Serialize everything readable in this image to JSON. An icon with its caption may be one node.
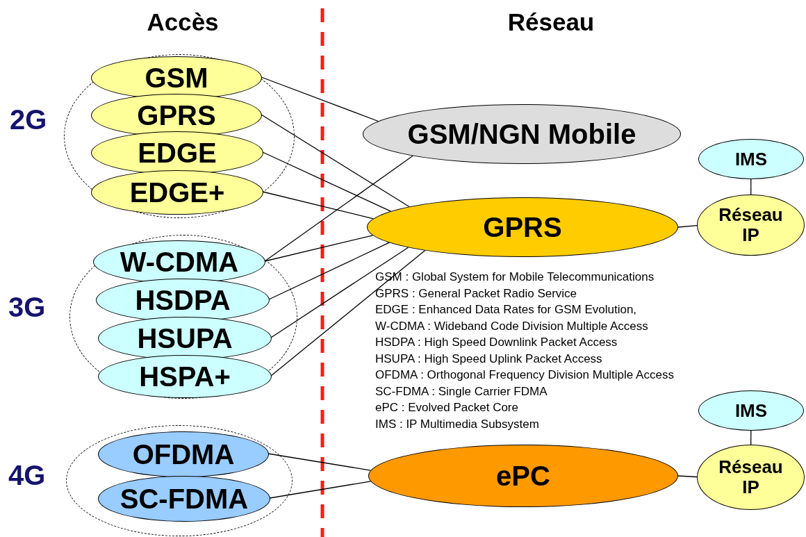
{
  "diagram": {
    "nodes": [
      {
        "text": [],
        "shape": "circle",
        "beside": [
          "2G"
        ]
      },
      {
        "text": [
          "GSM"
        ],
        "in": 0
      },
      {
        "text": [
          "GPRS"
        ],
        "in": 0
      },
      {
        "text": [
          "EDGE"
        ],
        "in": 0
      },
      {
        "text": [
          "EDGE+"
        ],
        "in": 0
      },
      {
        "text": [],
        "shape": "circle",
        "beside": [
          "3G"
        ]
      },
      {
        "text": [
          "W-CDMA"
        ],
        "in": 5
      },
      {
        "text": [
          "HSDPA"
        ],
        "in": 5
      },
      {
        "text": [
          "HSUPA"
        ],
        "in": 5
      },
      {
        "text": [
          "HSPA+"
        ],
        "in": 5
      },
      {
        "text": [],
        "shape": "circle",
        "beside": [
          "4G"
        ]
      },
      {
        "text": [
          "OFDMA"
        ],
        "in": 10
      },
      {
        "text": [
          "SC-FDMA"
        ],
        "in": 10
      },
      {
        "text": [
          "GSM/NGN Mobile"
        ]
      },
      {
        "text": [
          "IMS"
        ]
      },
      {
        "text": [
          "GPRS"
        ]
      },
      {
        "text": [
          "Réseau IP"
        ]
      },
      {
        "text": [
          "IMS"
        ]
      },
      {
        "text": [
          "ePC"
        ]
      },
      {
        "text": [
          "Réseau IP"
        ]
      }
    ],
    "edges": [
      {
        "from": 1,
        "to": 13,
        "arrow": "none"
      },
      {
        "from": 2,
        "to": 15,
        "arrow": "none"
      },
      {
        "from": 3,
        "to": 15,
        "arrow": "none"
      },
      {
        "from": 4,
        "to": 15,
        "arrow": "none"
      },
      {
        "from": 6,
        "to": 13,
        "arrow": "none"
      },
      {
        "from": 6,
        "to": 15,
        "arrow": "none"
      },
      {
        "from": 7,
        "to": 15,
        "arrow": "none"
      },
      {
        "from": 8,
        "to": 15,
        "arrow": "none"
      },
      {
        "from": 9,
        "to": 15,
        "arrow": "none"
      },
      {
        "from": 11,
        "to": 18,
        "arrow": "none"
      },
      {
        "from": 12,
        "to": 18,
        "arrow": "none"
      },
      {
        "from": 15,
        "to": 16,
        "arrow": "none"
      },
      {
        "from": 14,
        "to": 16,
        "arrow": "none"
      },
      {
        "from": 18,
        "to": 19,
        "arrow": "none"
      },
      {
        "from": 17,
        "to": 19,
        "arrow": "none"
      }
    ],
    "labels": [
      "Accès",
      "Réseau",
      "GSM : Global System for Mobile Telecommunications",
      "GPRS : General Packet Radio Service",
      "EDGE : Enhanced Data Rates for GSM Evolution,",
      "W-CDMA : Wideband Code Division Multiple Access",
      "HSDPA : High Speed Downlink Packet Access",
      "HSUPA : High Speed Uplink Packet Access",
      "OFDMA : Orthogonal Frequency Division Multiple Access",
      "SC-FDMA : Single Carrier FDMA",
      "ePC : Evolved Packet Core",
      "IMS : IP Multimedia Subsystem"
    ]
  }
}
